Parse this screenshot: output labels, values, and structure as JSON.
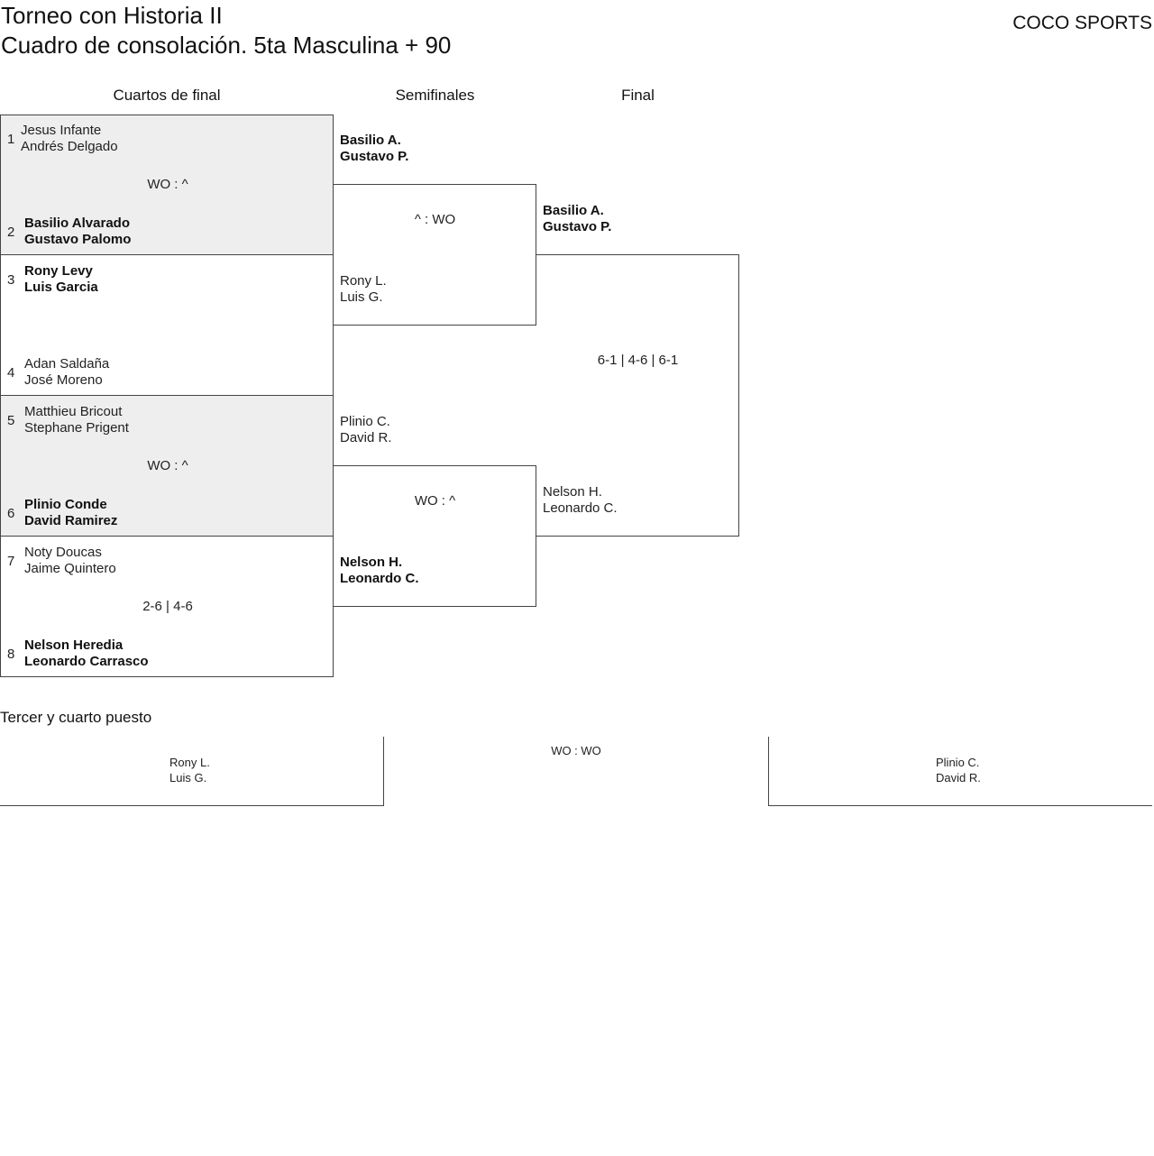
{
  "header": {
    "title_line1": "Torneo con Historia II",
    "title_line2": "Cuadro de consolación. 5ta Masculina + 90",
    "brand": "COCO SPORTS"
  },
  "rounds": {
    "quarterfinals": "Cuartos de final",
    "semifinals": "Semifinales",
    "final": "Final"
  },
  "quarterfinals": [
    {
      "top": {
        "seed": "1",
        "line1": "Jesus Infante",
        "line2": "Andrés Delgado"
      },
      "bottom": {
        "seed": "2",
        "line1": "Basilio Alvarado",
        "line2": "Gustavo Palomo"
      },
      "score": "WO : ^",
      "winner": "bottom"
    },
    {
      "top": {
        "seed": "3",
        "line1": "Rony Levy",
        "line2": "Luis Garcia"
      },
      "bottom": {
        "seed": "4",
        "line1": "Adan Saldaña",
        "line2": "José Moreno"
      },
      "score": "",
      "winner": "top"
    },
    {
      "top": {
        "seed": "5",
        "line1": "Matthieu Bricout",
        "line2": "Stephane Prigent"
      },
      "bottom": {
        "seed": "6",
        "line1": "Plinio Conde",
        "line2": "David Ramirez"
      },
      "score": "WO : ^",
      "winner": "bottom"
    },
    {
      "top": {
        "seed": "7",
        "line1": "Noty Doucas",
        "line2": "Jaime Quintero"
      },
      "bottom": {
        "seed": "8",
        "line1": "Nelson Heredia",
        "line2": "Leonardo Carrasco"
      },
      "score": "2-6 | 4-6",
      "winner": "bottom"
    }
  ],
  "semifinals": [
    {
      "top": {
        "line1": "Basilio A.",
        "line2": "Gustavo P."
      },
      "bottom": {
        "line1": "Rony L.",
        "line2": "Luis G."
      },
      "score": "^ : WO",
      "winner": "top"
    },
    {
      "top": {
        "line1": "Plinio C.",
        "line2": "David R."
      },
      "bottom": {
        "line1": "Nelson H.",
        "line2": "Leonardo C."
      },
      "score": "WO : ^",
      "winner": "bottom"
    }
  ],
  "final": {
    "top": {
      "line1": "Basilio A.",
      "line2": "Gustavo P."
    },
    "bottom": {
      "line1": "Nelson H.",
      "line2": "Leonardo C."
    },
    "score": "6-1 | 4-6 | 6-1",
    "winner": "top"
  },
  "third_place": {
    "title": "Tercer y cuarto puesto",
    "left": {
      "line1": "Rony L.",
      "line2": "Luis G."
    },
    "right": {
      "line1": "Plinio C.",
      "line2": "David R."
    },
    "score": "WO : WO"
  }
}
